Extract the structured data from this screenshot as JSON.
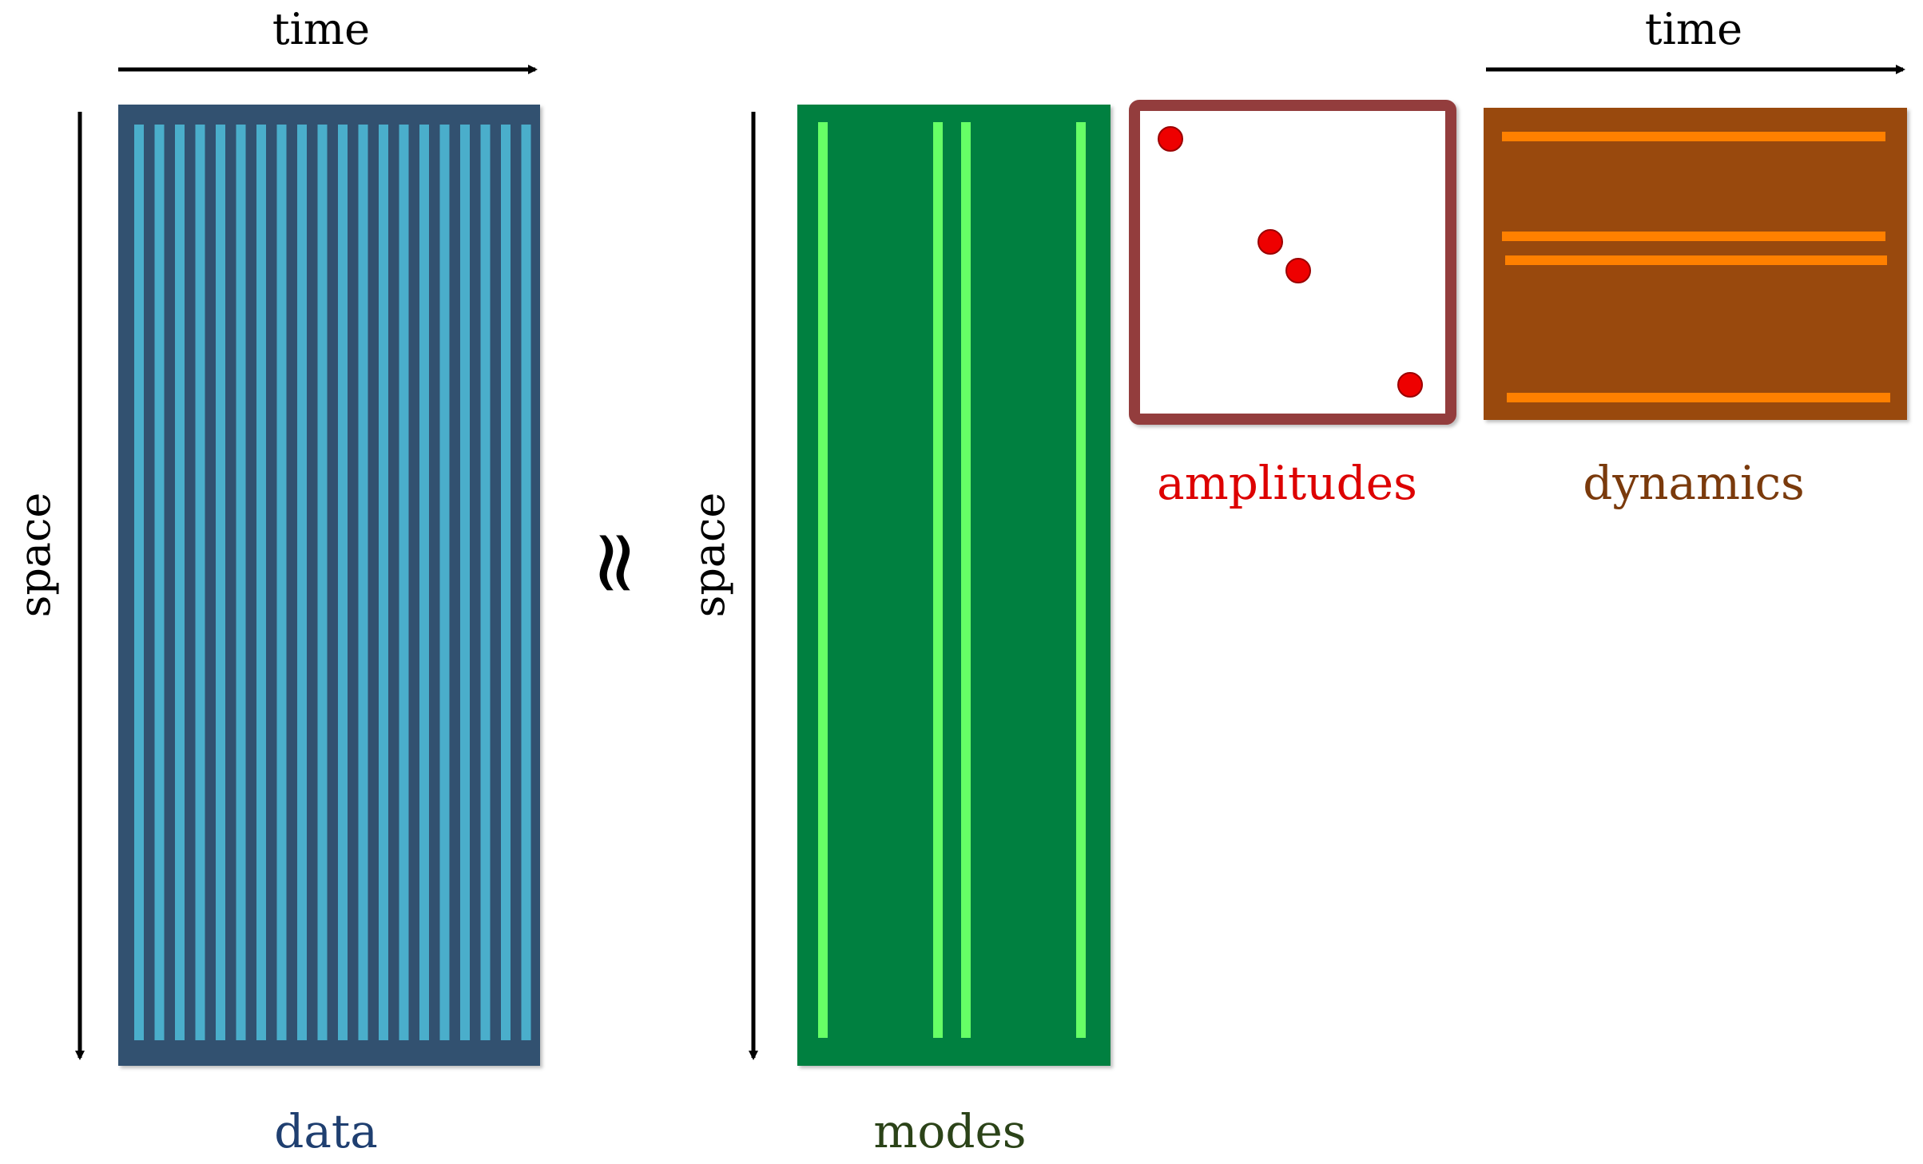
{
  "labels": {
    "time_left": "time",
    "time_right": "time",
    "space_left": "space",
    "space_right": "space",
    "approx": "≈",
    "data": "data",
    "modes": "modes",
    "amplitudes": "amplitudes",
    "dynamics": "dynamics"
  },
  "colors": {
    "data_bg": "#335170",
    "data_stripe": "#4aaecb",
    "modes_bg": "#008040",
    "modes_stripe": "#66ff66",
    "amp_border": "#933c3c",
    "amp_dot": "#ee0000",
    "dyn_bg": "#994a08",
    "dyn_stripe": "#ff8000",
    "data_label": "#1f3f70",
    "modes_label": "#2b4318",
    "amp_label": "#dd0000",
    "dyn_label": "#7a3a0c"
  },
  "structure": {
    "data_column_count": 20,
    "mode_count": 4,
    "amplitude_count": 4,
    "dynamics_row_count": 4
  }
}
